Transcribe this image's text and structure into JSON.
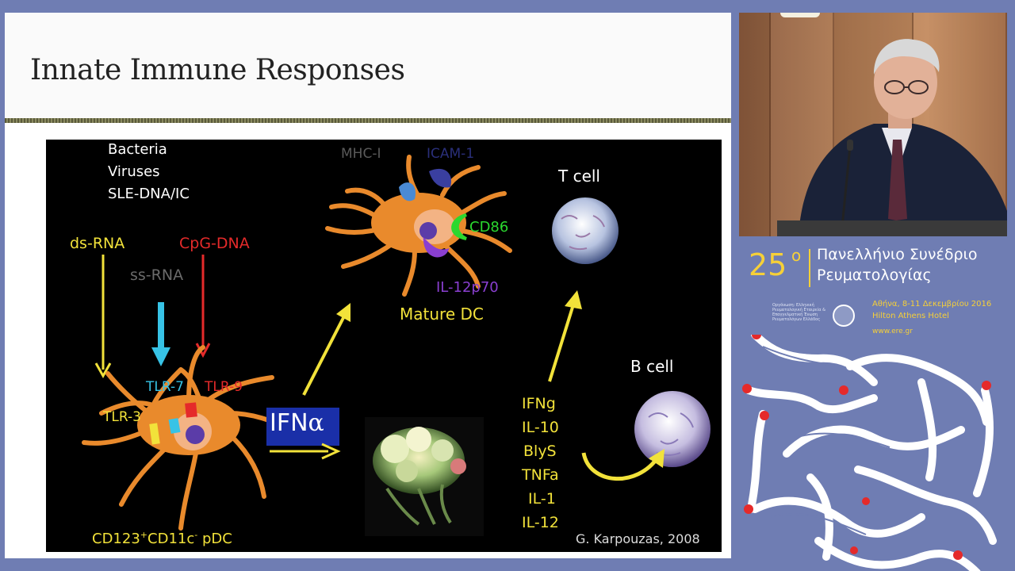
{
  "slide": {
    "title": "Innate Immune Responses",
    "diagram": {
      "stimuli": [
        "Bacteria",
        "Viruses",
        "SLE-DNA/IC"
      ],
      "ds_rna": "ds-RNA",
      "ss_rna": "ss-RNA",
      "cpg_dna": "CpG-DNA",
      "tlr7": "TLR-7",
      "tlr9": "TLR-9",
      "tlr3": "TLR-3",
      "pdc_label_a": "CD123",
      "pdc_sup_a": "+",
      "pdc_label_b": "CD11c",
      "pdc_sup_b": "-",
      "pdc_label_c": " pDC",
      "ifn_main": "IFN",
      "ifn_greek": "α",
      "mhc": "MHC-I",
      "icam": "ICAM-1",
      "cd86": "CD86",
      "il12p70": "IL-12p70",
      "mature_dc": "Mature DC",
      "t_cell": "T cell",
      "b_cell": "B cell",
      "cytokines": [
        "IFNg",
        "IL-10",
        "BlyS",
        "TNFa",
        "IL-1",
        "IL-12"
      ],
      "credit": "G. Karpouzas, 2008"
    },
    "colors": {
      "yellow": "#f2e23a",
      "red": "#e52a2a",
      "cyan": "#37c3e6",
      "green": "#2bd82f",
      "purple": "#8a3fd0",
      "cell_orange": "#e98a2c"
    }
  },
  "banner": {
    "edition": "25",
    "degree": "o",
    "title_line1": "Πανελλήνιο Συνέδριο",
    "title_line2": "Ρευματολογίας",
    "org": "Οργάνωση: Ελληνική Ρευματολογική Εταιρεία & Επαγγελματική Ένωση Ρευματολόγων Ελλάδος",
    "city_dates": "Αθήνα, 8-11 Δεκεμβρίου 2016",
    "hotel": "Hilton Athens Hotel",
    "website": "www.ere.gr"
  }
}
